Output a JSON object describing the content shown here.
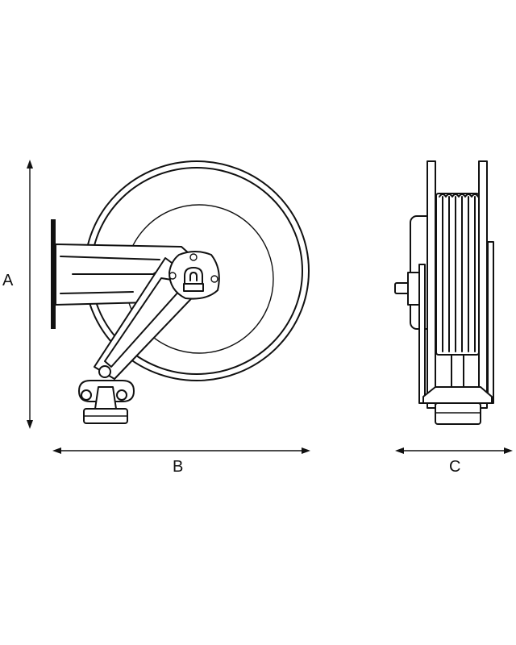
{
  "dimensions": {
    "height_label": "A",
    "width_label": "B",
    "depth_label": "C"
  },
  "colors": {
    "ink": "#111111",
    "background": "#ffffff"
  }
}
